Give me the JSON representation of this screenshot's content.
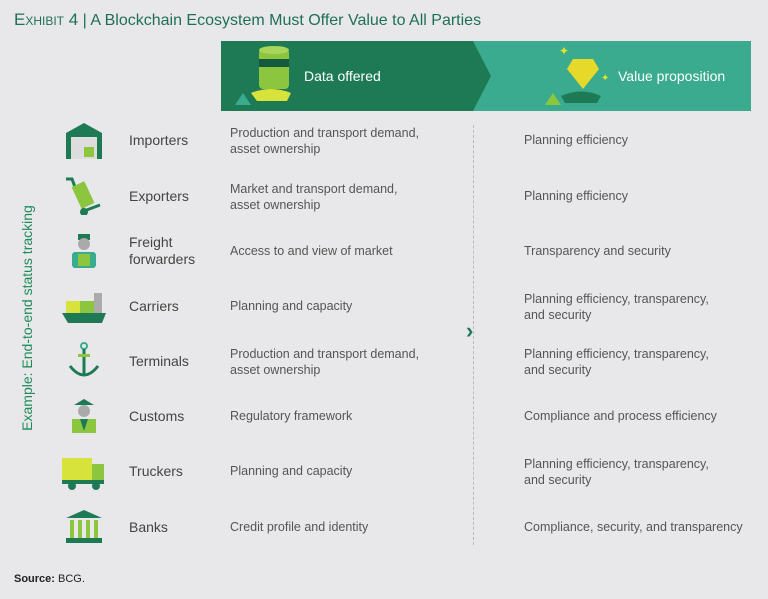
{
  "title": {
    "exhibit": "Exhibit 4",
    "sep": " | ",
    "text": "A Blockchain Ecosystem Must Offer Value to All Parties"
  },
  "header": {
    "data_offered": "Data offered",
    "value_proposition": "Value proposition"
  },
  "side_label": "Example: End-to-end status tracking",
  "rows": [
    {
      "name": "Importers",
      "data": "Production and transport demand, asset ownership",
      "value": "Planning efficiency"
    },
    {
      "name": "Exporters",
      "data": "Market and transport demand, asset ownership",
      "value": "Planning efficiency"
    },
    {
      "name": "Freight forwarders",
      "data": "Access to and view of market",
      "value": "Transparency and security"
    },
    {
      "name": "Carriers",
      "data": "Planning and capacity",
      "value": "Planning efficiency, transparency, and security"
    },
    {
      "name": "Terminals",
      "data": "Production and transport demand, asset ownership",
      "value": "Planning efficiency, transparency, and security"
    },
    {
      "name": "Customs",
      "data": "Regulatory framework",
      "value": "Compliance and process efficiency"
    },
    {
      "name": "Truckers",
      "data": "Planning and capacity",
      "value": "Planning efficiency, transparency, and security"
    },
    {
      "name": "Banks",
      "data": "Credit profile and identity",
      "value": "Compliance, security, and transparency"
    }
  ],
  "source": {
    "label": "Source:",
    "text": " BCG."
  },
  "colors": {
    "dark": "#1e7a55",
    "light": "#3aab8e",
    "accent": "#8cc63f"
  }
}
